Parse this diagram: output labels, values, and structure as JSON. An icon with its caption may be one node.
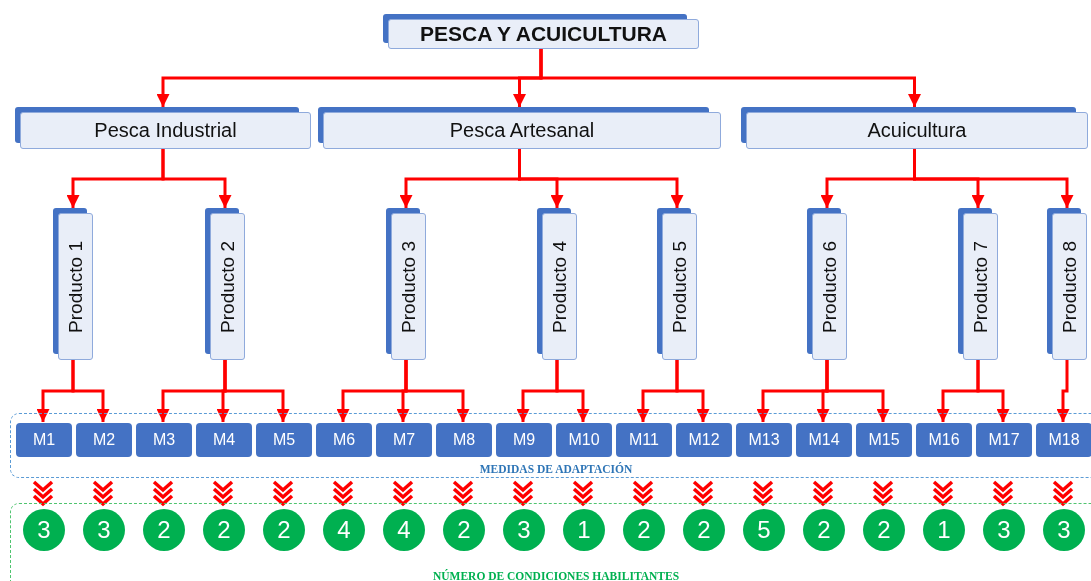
{
  "diagram": {
    "nodes": [
      {
        "text": [
          "PESCA Y ACUICULTURA"
        ]
      },
      {
        "text": [
          "Pesca Industrial"
        ]
      },
      {
        "text": [
          "Pesca Artesanal"
        ]
      },
      {
        "text": [
          "Acuicultura"
        ]
      },
      {
        "text": [
          "Producto 1"
        ]
      },
      {
        "text": [
          "Producto 2"
        ]
      },
      {
        "text": [
          "Producto 3"
        ]
      },
      {
        "text": [
          "Producto 4"
        ]
      },
      {
        "text": [
          "Producto 5"
        ]
      },
      {
        "text": [
          "Producto 6"
        ]
      },
      {
        "text": [
          "Producto 7"
        ]
      },
      {
        "text": [
          "Producto 8"
        ]
      },
      {
        "text": [
          "MEDIDAS DE ADAPTACIÓN"
        ]
      },
      {
        "text": [
          "M1"
        ],
        "in": 12
      },
      {
        "text": [
          "M2"
        ],
        "in": 12
      },
      {
        "text": [
          "M3"
        ],
        "in": 12
      },
      {
        "text": [
          "M4"
        ],
        "in": 12
      },
      {
        "text": [
          "M5"
        ],
        "in": 12
      },
      {
        "text": [
          "M6"
        ],
        "in": 12
      },
      {
        "text": [
          "M7"
        ],
        "in": 12
      },
      {
        "text": [
          "M8"
        ],
        "in": 12
      },
      {
        "text": [
          "M9"
        ],
        "in": 12
      },
      {
        "text": [
          "M10"
        ],
        "in": 12
      },
      {
        "text": [
          "M11"
        ],
        "in": 12
      },
      {
        "text": [
          "M12"
        ],
        "in": 12
      },
      {
        "text": [
          "M13"
        ],
        "in": 12
      },
      {
        "text": [
          "M14"
        ],
        "in": 12
      },
      {
        "text": [
          "M15"
        ],
        "in": 12
      },
      {
        "text": [
          "M16"
        ],
        "in": 12
      },
      {
        "text": [
          "M17"
        ],
        "in": 12
      },
      {
        "text": [
          "M18"
        ],
        "in": 12
      },
      {
        "text": [
          "NÚMERO DE CONDICIONES HABILITANTES"
        ]
      },
      {
        "text": [
          "3"
        ],
        "in": 31
      },
      {
        "text": [
          "3"
        ],
        "in": 31
      },
      {
        "text": [
          "2"
        ],
        "in": 31
      },
      {
        "text": [
          "2"
        ],
        "in": 31
      },
      {
        "text": [
          "2"
        ],
        "in": 31
      },
      {
        "text": [
          "4"
        ],
        "in": 31
      },
      {
        "text": [
          "4"
        ],
        "in": 31
      },
      {
        "text": [
          "2"
        ],
        "in": 31
      },
      {
        "text": [
          "3"
        ],
        "in": 31
      },
      {
        "text": [
          "1"
        ],
        "in": 31
      },
      {
        "text": [
          "2"
        ],
        "in": 31
      },
      {
        "text": [
          "2"
        ],
        "in": 31
      },
      {
        "text": [
          "5"
        ],
        "in": 31
      },
      {
        "text": [
          "2"
        ],
        "in": 31
      },
      {
        "text": [
          "2"
        ],
        "in": 31
      },
      {
        "text": [
          "1"
        ],
        "in": 31
      },
      {
        "text": [
          "3"
        ],
        "in": 31
      },
      {
        "text": [
          "3"
        ],
        "in": 31
      }
    ],
    "edges": [
      {
        "from": 0,
        "to": 1,
        "arrow": "to"
      },
      {
        "from": 0,
        "to": 2,
        "arrow": "to"
      },
      {
        "from": 0,
        "to": 3,
        "arrow": "to"
      },
      {
        "from": 1,
        "to": 4,
        "arrow": "to"
      },
      {
        "from": 1,
        "to": 5,
        "arrow": "to"
      },
      {
        "from": 2,
        "to": 6,
        "arrow": "to"
      },
      {
        "from": 2,
        "to": 7,
        "arrow": "to"
      },
      {
        "from": 2,
        "to": 8,
        "arrow": "to"
      },
      {
        "from": 3,
        "to": 9,
        "arrow": "to"
      },
      {
        "from": 3,
        "to": 10,
        "arrow": "to"
      },
      {
        "from": 3,
        "to": 11,
        "arrow": "to"
      },
      {
        "from": 4,
        "to": 13,
        "arrow": "to"
      },
      {
        "from": 4,
        "to": 14,
        "arrow": "to"
      },
      {
        "from": 5,
        "to": 15,
        "arrow": "to"
      },
      {
        "from": 5,
        "to": 16,
        "arrow": "to"
      },
      {
        "from": 5,
        "to": 17,
        "arrow": "to"
      },
      {
        "from": 6,
        "to": 18,
        "arrow": "to"
      },
      {
        "from": 6,
        "to": 19,
        "arrow": "to"
      },
      {
        "from": 6,
        "to": 20,
        "arrow": "to"
      },
      {
        "from": 7,
        "to": 21,
        "arrow": "to"
      },
      {
        "from": 7,
        "to": 22,
        "arrow": "to"
      },
      {
        "from": 8,
        "to": 23,
        "arrow": "to"
      },
      {
        "from": 8,
        "to": 24,
        "arrow": "to"
      },
      {
        "from": 9,
        "to": 25,
        "arrow": "to"
      },
      {
        "from": 9,
        "to": 26,
        "arrow": "to"
      },
      {
        "from": 9,
        "to": 27,
        "arrow": "to"
      },
      {
        "from": 10,
        "to": 28,
        "arrow": "to"
      },
      {
        "from": 10,
        "to": 29,
        "arrow": "to"
      },
      {
        "from": 11,
        "to": 30,
        "arrow": "to"
      },
      {
        "from": 13,
        "to": 32,
        "arrow": "to"
      },
      {
        "from": 14,
        "to": 33,
        "arrow": "to"
      },
      {
        "from": 15,
        "to": 34,
        "arrow": "to"
      },
      {
        "from": 16,
        "to": 35,
        "arrow": "to"
      },
      {
        "from": 17,
        "to": 36,
        "arrow": "to"
      },
      {
        "from": 18,
        "to": 37,
        "arrow": "to"
      },
      {
        "from": 19,
        "to": 38,
        "arrow": "to"
      },
      {
        "from": 20,
        "to": 39,
        "arrow": "to"
      },
      {
        "from": 21,
        "to": 40,
        "arrow": "to"
      },
      {
        "from": 22,
        "to": 41,
        "arrow": "to"
      },
      {
        "from": 23,
        "to": 42,
        "arrow": "to"
      },
      {
        "from": 24,
        "to": 43,
        "arrow": "to"
      },
      {
        "from": 25,
        "to": 44,
        "arrow": "to"
      },
      {
        "from": 26,
        "to": 45,
        "arrow": "to"
      },
      {
        "from": 27,
        "to": 46,
        "arrow": "to"
      },
      {
        "from": 28,
        "to": 47,
        "arrow": "to"
      },
      {
        "from": 29,
        "to": 48,
        "arrow": "to"
      },
      {
        "from": 30,
        "to": 49,
        "arrow": "to"
      }
    ]
  }
}
